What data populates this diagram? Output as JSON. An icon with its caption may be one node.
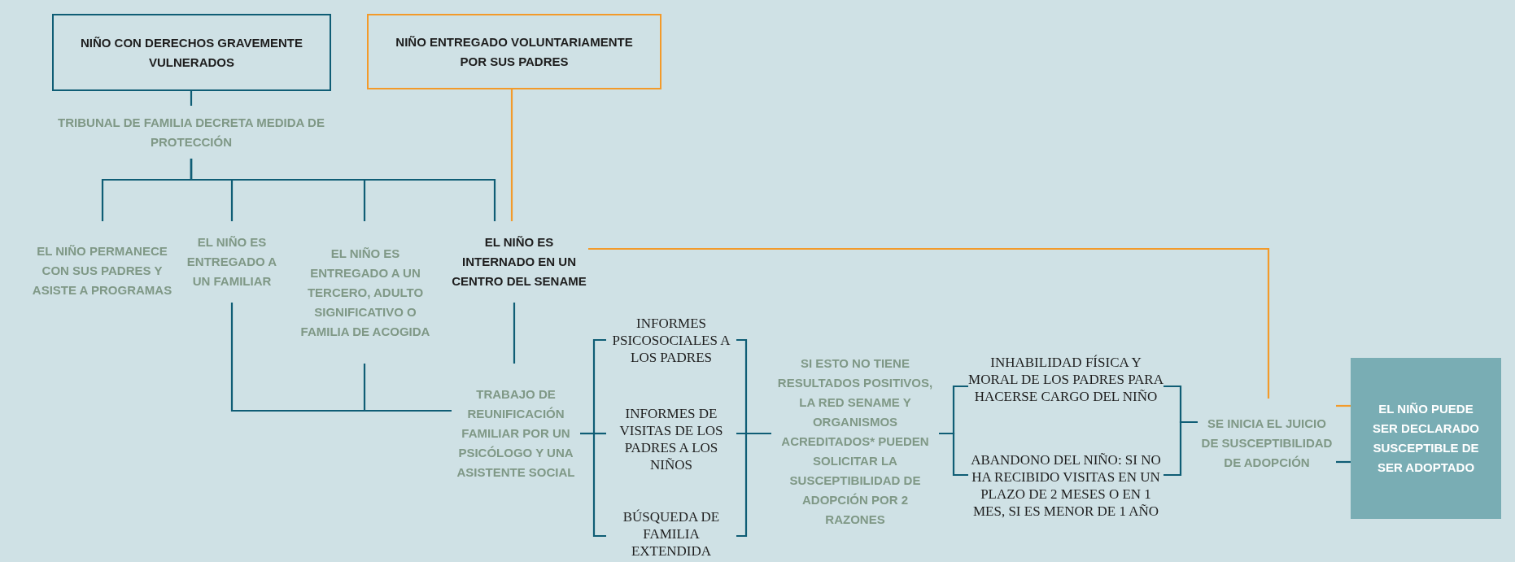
{
  "diagram": {
    "nodes": [
      {
        "text": [
          "NIÑO CON DERECHOS GRAVEMENTE VULNERADOS"
        ]
      },
      {
        "text": [
          "NIÑO ENTREGADO VOLUNTARIAMENTE POR SUS PADRES"
        ]
      },
      {
        "text": [
          "TRIBUNAL DE FAMILIA DECRETA MEDIDA DE PROTECCIÓN"
        ]
      },
      {
        "text": [
          "EL NIÑO PERMANECE CON SUS PADRES Y ASISTE A PROGRAMAS"
        ]
      },
      {
        "text": [
          "EL NIÑO ES ENTREGADO A UN FAMILIAR"
        ]
      },
      {
        "text": [
          "EL NIÑO ES ENTREGADO A UN TERCERO, ADULTO SIGNIFICATIVO O FAMILIA DE ACOGIDA"
        ]
      },
      {
        "text": [
          "EL NIÑO ES INTERNADO EN UN CENTRO DEL SENAME"
        ]
      },
      {
        "text": [
          "TRABAJO DE REUNIFICACIÓN FAMILIAR POR UN PSICÓLOGO Y UNA ASISTENTE SOCIAL"
        ]
      },
      {
        "text": [
          "INFORMES PSICOSOCIALES A LOS PADRES"
        ]
      },
      {
        "text": [
          "INFORMES DE VISITAS DE LOS PADRES A LOS NIÑOS"
        ]
      },
      {
        "text": [
          "BÚSQUEDA DE FAMILIA EXTENDIDA"
        ]
      },
      {
        "text": [
          "SI ESTO NO TIENE RESULTADOS POSITIVOS, LA RED SENAME Y ORGANISMOS ACREDITADOS* PUEDEN SOLICITAR LA SUSCEPTIBILIDAD DE ADOPCIÓN POR 2 RAZONES"
        ]
      },
      {
        "text": [
          "INHABILIDAD FÍSICA Y MORAL DE LOS PADRES PARA HACERSE CARGO DEL NIÑO"
        ]
      },
      {
        "text": [
          "ABANDONO DEL NIÑO: SI NO HA RECIBIDO VISITAS EN UN PLAZO DE 2 MESES O EN 1 MES, SI ES MENOR DE 1 AÑO"
        ]
      },
      {
        "text": [
          "SE INICIA EL JUICIO DE SUSCEPTIBILIDAD DE ADOPCIÓN"
        ]
      },
      {
        "text": [
          "EL NIÑO PUEDE SER DECLARADO SUSCEPTIBLE DE SER ADOPTADO"
        ]
      }
    ],
    "edges": [
      {
        "from": 0,
        "to": 2,
        "arrow": "none"
      },
      {
        "from": 2,
        "to": 3,
        "arrow": "none"
      },
      {
        "from": 2,
        "to": 4,
        "arrow": "none"
      },
      {
        "from": 2,
        "to": 5,
        "arrow": "none"
      },
      {
        "from": 2,
        "to": 6,
        "arrow": "none"
      },
      {
        "from": 1,
        "to": 6,
        "arrow": "none",
        "color": "#f39a2a"
      },
      {
        "from": 6,
        "to": 14,
        "arrow": "none",
        "color": "#f39a2a"
      },
      {
        "from": 6,
        "to": 7,
        "arrow": "none"
      },
      {
        "from": 4,
        "to": 7,
        "arrow": "none"
      },
      {
        "from": 5,
        "to": 7,
        "arrow": "none"
      },
      {
        "from": 7,
        "to": 8,
        "arrow": "none"
      },
      {
        "from": 7,
        "to": 9,
        "arrow": "none"
      },
      {
        "from": 7,
        "to": 10,
        "arrow": "none"
      },
      {
        "from": 8,
        "to": 11,
        "arrow": "none"
      },
      {
        "from": 9,
        "to": 11,
        "arrow": "none"
      },
      {
        "from": 10,
        "to": 11,
        "arrow": "none"
      },
      {
        "from": 11,
        "to": 12,
        "arrow": "none"
      },
      {
        "from": 11,
        "to": 13,
        "arrow": "none"
      },
      {
        "from": 12,
        "to": 14,
        "arrow": "none"
      },
      {
        "from": 13,
        "to": 14,
        "arrow": "none"
      },
      {
        "from": 14,
        "to": 15,
        "arrow": "none",
        "color": "#f39a2a"
      },
      {
        "from": 14,
        "to": 15,
        "arrow": "none"
      }
    ]
  }
}
